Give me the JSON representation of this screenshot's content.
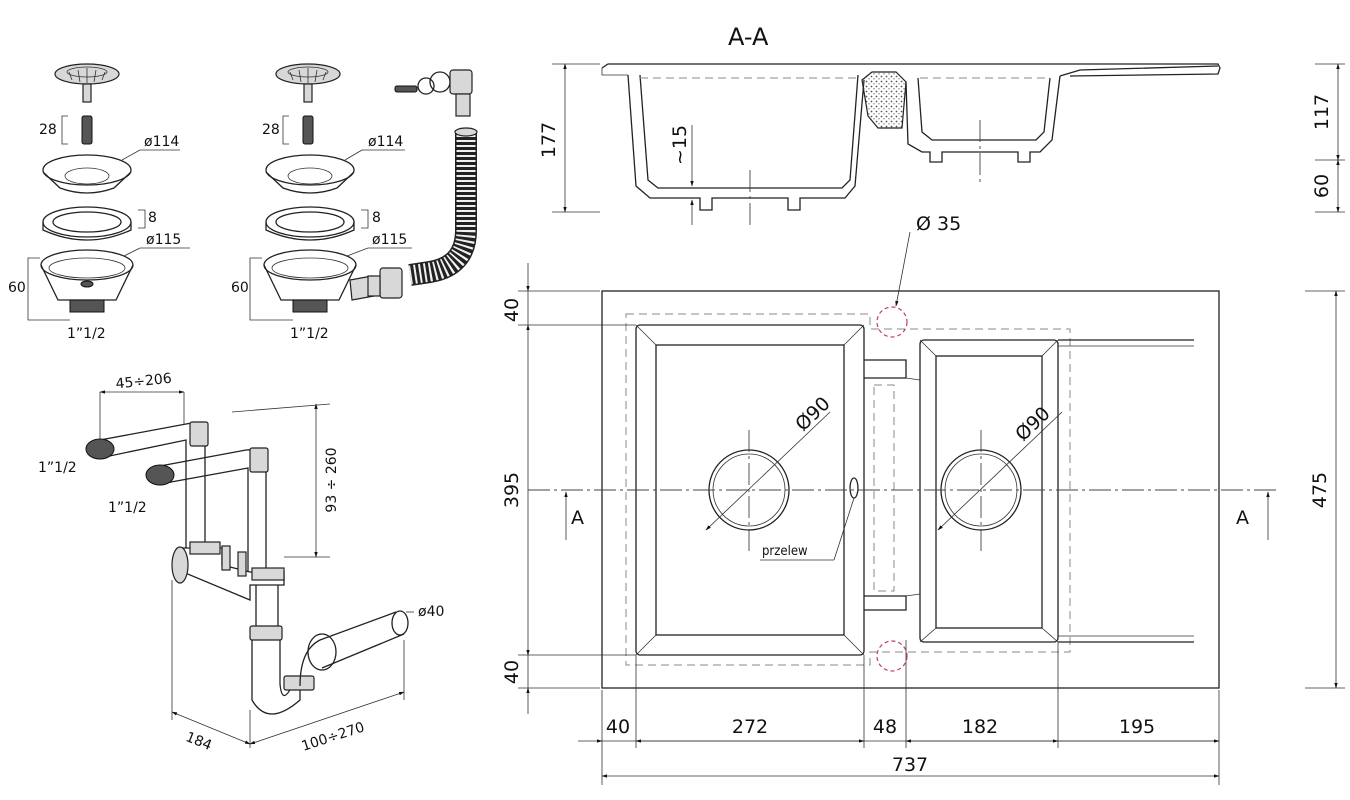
{
  "section": {
    "title": "A-A",
    "dim_total_height": "177",
    "dim_top": "117",
    "dim_bottom": "60",
    "dim_wall": "~15"
  },
  "plan": {
    "dim_hole": "Ø 35",
    "dim_drain_left": "Ø90",
    "dim_drain_right": "Ø90",
    "overflow_label": "przelew",
    "section_mark_left": "A",
    "section_mark_right": "A",
    "dim_left_top": "40",
    "dim_left_mid": "395",
    "dim_left_bottom": "40",
    "dim_right_total": "475",
    "bottom_dims": [
      "40",
      "272",
      "48",
      "182",
      "195"
    ],
    "bottom_total": "737"
  },
  "strainer_single": {
    "dim_screw": "28",
    "dim_flange": "ø114",
    "dim_ring": "8",
    "dim_basket": "ø115",
    "dim_height": "60",
    "thread": "1”1/2"
  },
  "strainer_overflow": {
    "dim_screw": "28",
    "dim_flange": "ø114",
    "dim_ring": "8",
    "dim_basket": "ø115",
    "dim_height": "60",
    "thread": "1”1/2"
  },
  "siphon": {
    "dim_spacing": "45÷206",
    "inlet_1": "1”1/2",
    "inlet_2": "1”1/2",
    "dim_vertical": "93 ÷ 260",
    "dim_outlet": "ø40",
    "dim_depth": "184",
    "dim_reach": "100÷270"
  }
}
